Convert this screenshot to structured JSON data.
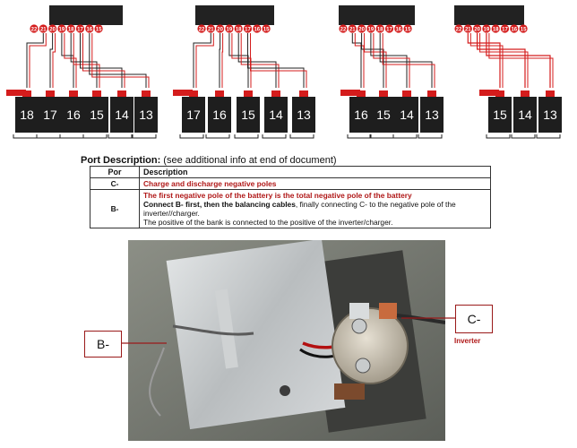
{
  "diagram": {
    "terminal_numbers": [
      "22",
      "21",
      "20",
      "19",
      "18",
      "17",
      "16",
      "15"
    ],
    "configs": [
      {
        "cells": [
          "18",
          "17",
          "16",
          "15",
          "14",
          "13"
        ]
      },
      {
        "cells": [
          "17",
          "16",
          "15",
          "14",
          "13"
        ]
      },
      {
        "cells": [
          "16",
          "15",
          "14",
          "13"
        ]
      },
      {
        "cells": [
          "15",
          "14",
          "13"
        ]
      }
    ]
  },
  "port_description": {
    "title": "Port Description:",
    "note": "(see additional info at end of document)",
    "headers": {
      "port": "Por",
      "description": "Description"
    },
    "rows": [
      {
        "port": "C-",
        "lines": [
          {
            "text": "Charge and discharge negative poles",
            "style": "red"
          }
        ]
      },
      {
        "port": "B-",
        "lines": [
          {
            "text": "The first negative pole of the battery is the total negative pole of the battery",
            "style": "red"
          },
          {
            "bold": "Connect B- first, then the balancing cables",
            "text": ", finally connecting C- to the negative pole of the inverter//charger."
          },
          {
            "text": "The positive of the bank is connected to the positive of the inverter/charger."
          }
        ]
      }
    ]
  },
  "photo": {
    "label_b": "B-",
    "label_c": "C-",
    "label_inverter": "Inverter"
  },
  "colors": {
    "red": "#d41c1c",
    "accent": "#b01818",
    "cell": "#1e1e1e"
  }
}
